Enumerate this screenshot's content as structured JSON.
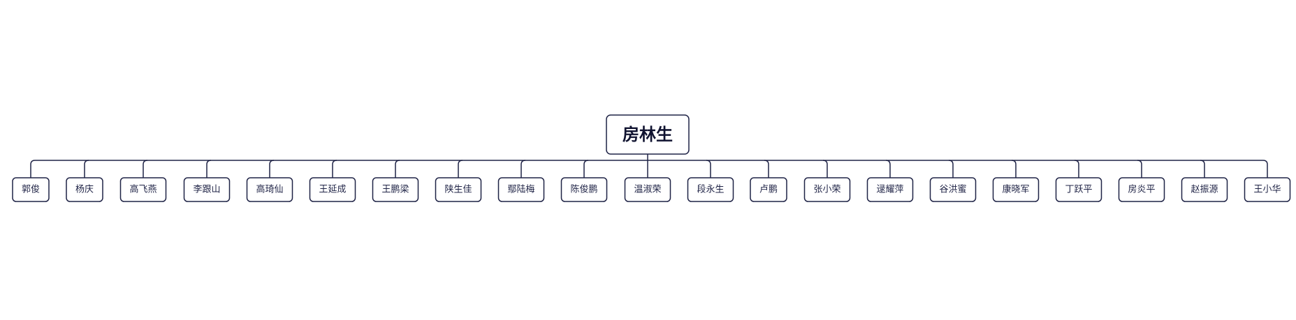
{
  "diagram": {
    "root": {
      "label": "房林生"
    },
    "children": [
      {
        "label": "郭俊"
      },
      {
        "label": "杨庆"
      },
      {
        "label": "高飞燕"
      },
      {
        "label": "李跟山"
      },
      {
        "label": "高琦仙"
      },
      {
        "label": "王延成"
      },
      {
        "label": "王鹏梁"
      },
      {
        "label": "陕生佳"
      },
      {
        "label": "鄢陆梅"
      },
      {
        "label": "陈俊鹏"
      },
      {
        "label": "温淑荣"
      },
      {
        "label": "段永生"
      },
      {
        "label": "卢鹏"
      },
      {
        "label": "张小荣"
      },
      {
        "label": "逯耀萍"
      },
      {
        "label": "谷洪蜜"
      },
      {
        "label": "康晓军"
      },
      {
        "label": "丁跃平"
      },
      {
        "label": "房炎平"
      },
      {
        "label": "赵振源"
      },
      {
        "label": "王小华"
      }
    ],
    "colors": {
      "line": "#1f2346",
      "text": "#1f2346",
      "root_text": "#101330",
      "background": "#ffffff"
    }
  }
}
